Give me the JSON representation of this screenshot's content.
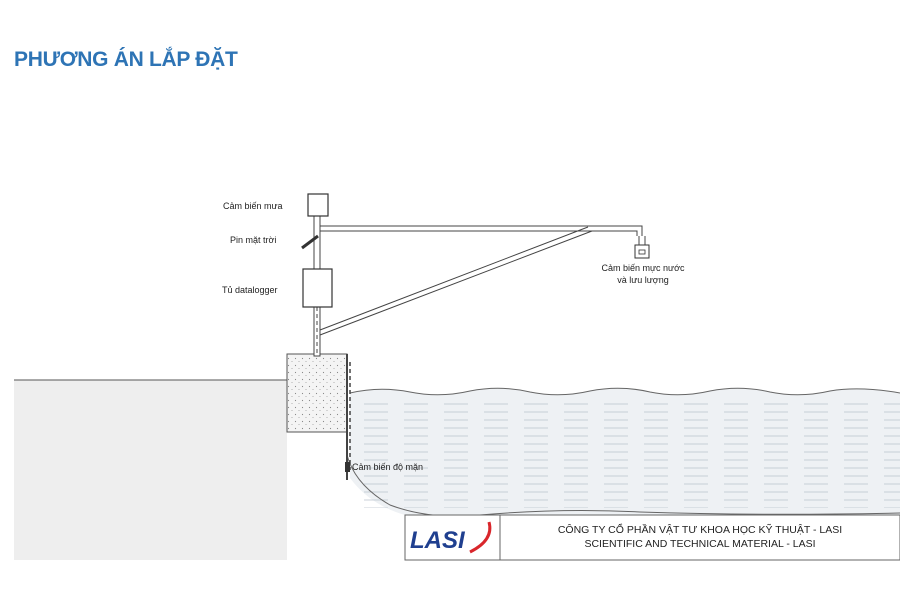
{
  "slide": {
    "title": "PHƯƠNG ÁN LẮP ĐẶT"
  },
  "diagram": {
    "labels": {
      "rain_sensor": "Cảm biến mưa",
      "solar_panel": "Pin mặt trời",
      "datalogger_box": "Tủ datalogger",
      "water_level_sensor_line1": "Cảm biến mực nước",
      "water_level_sensor_line2": "và lưu lượng",
      "salinity_sensor": "Cảm biến độ mặn"
    }
  },
  "footer": {
    "logo_text": "LASI",
    "company_line1": "CÔNG TY CỔ PHẦN VẬT TƯ KHOA HỌC KỸ THUẬT -  LASI",
    "company_line2": "SCIENTIFIC AND TECHNICAL MATERIAL - LASI"
  },
  "colors": {
    "title": "#2e74b5",
    "water": "#eef1f4",
    "ground": "#eeeeee",
    "logo_blue": "#1f3f8f",
    "logo_red": "#d9262b"
  }
}
